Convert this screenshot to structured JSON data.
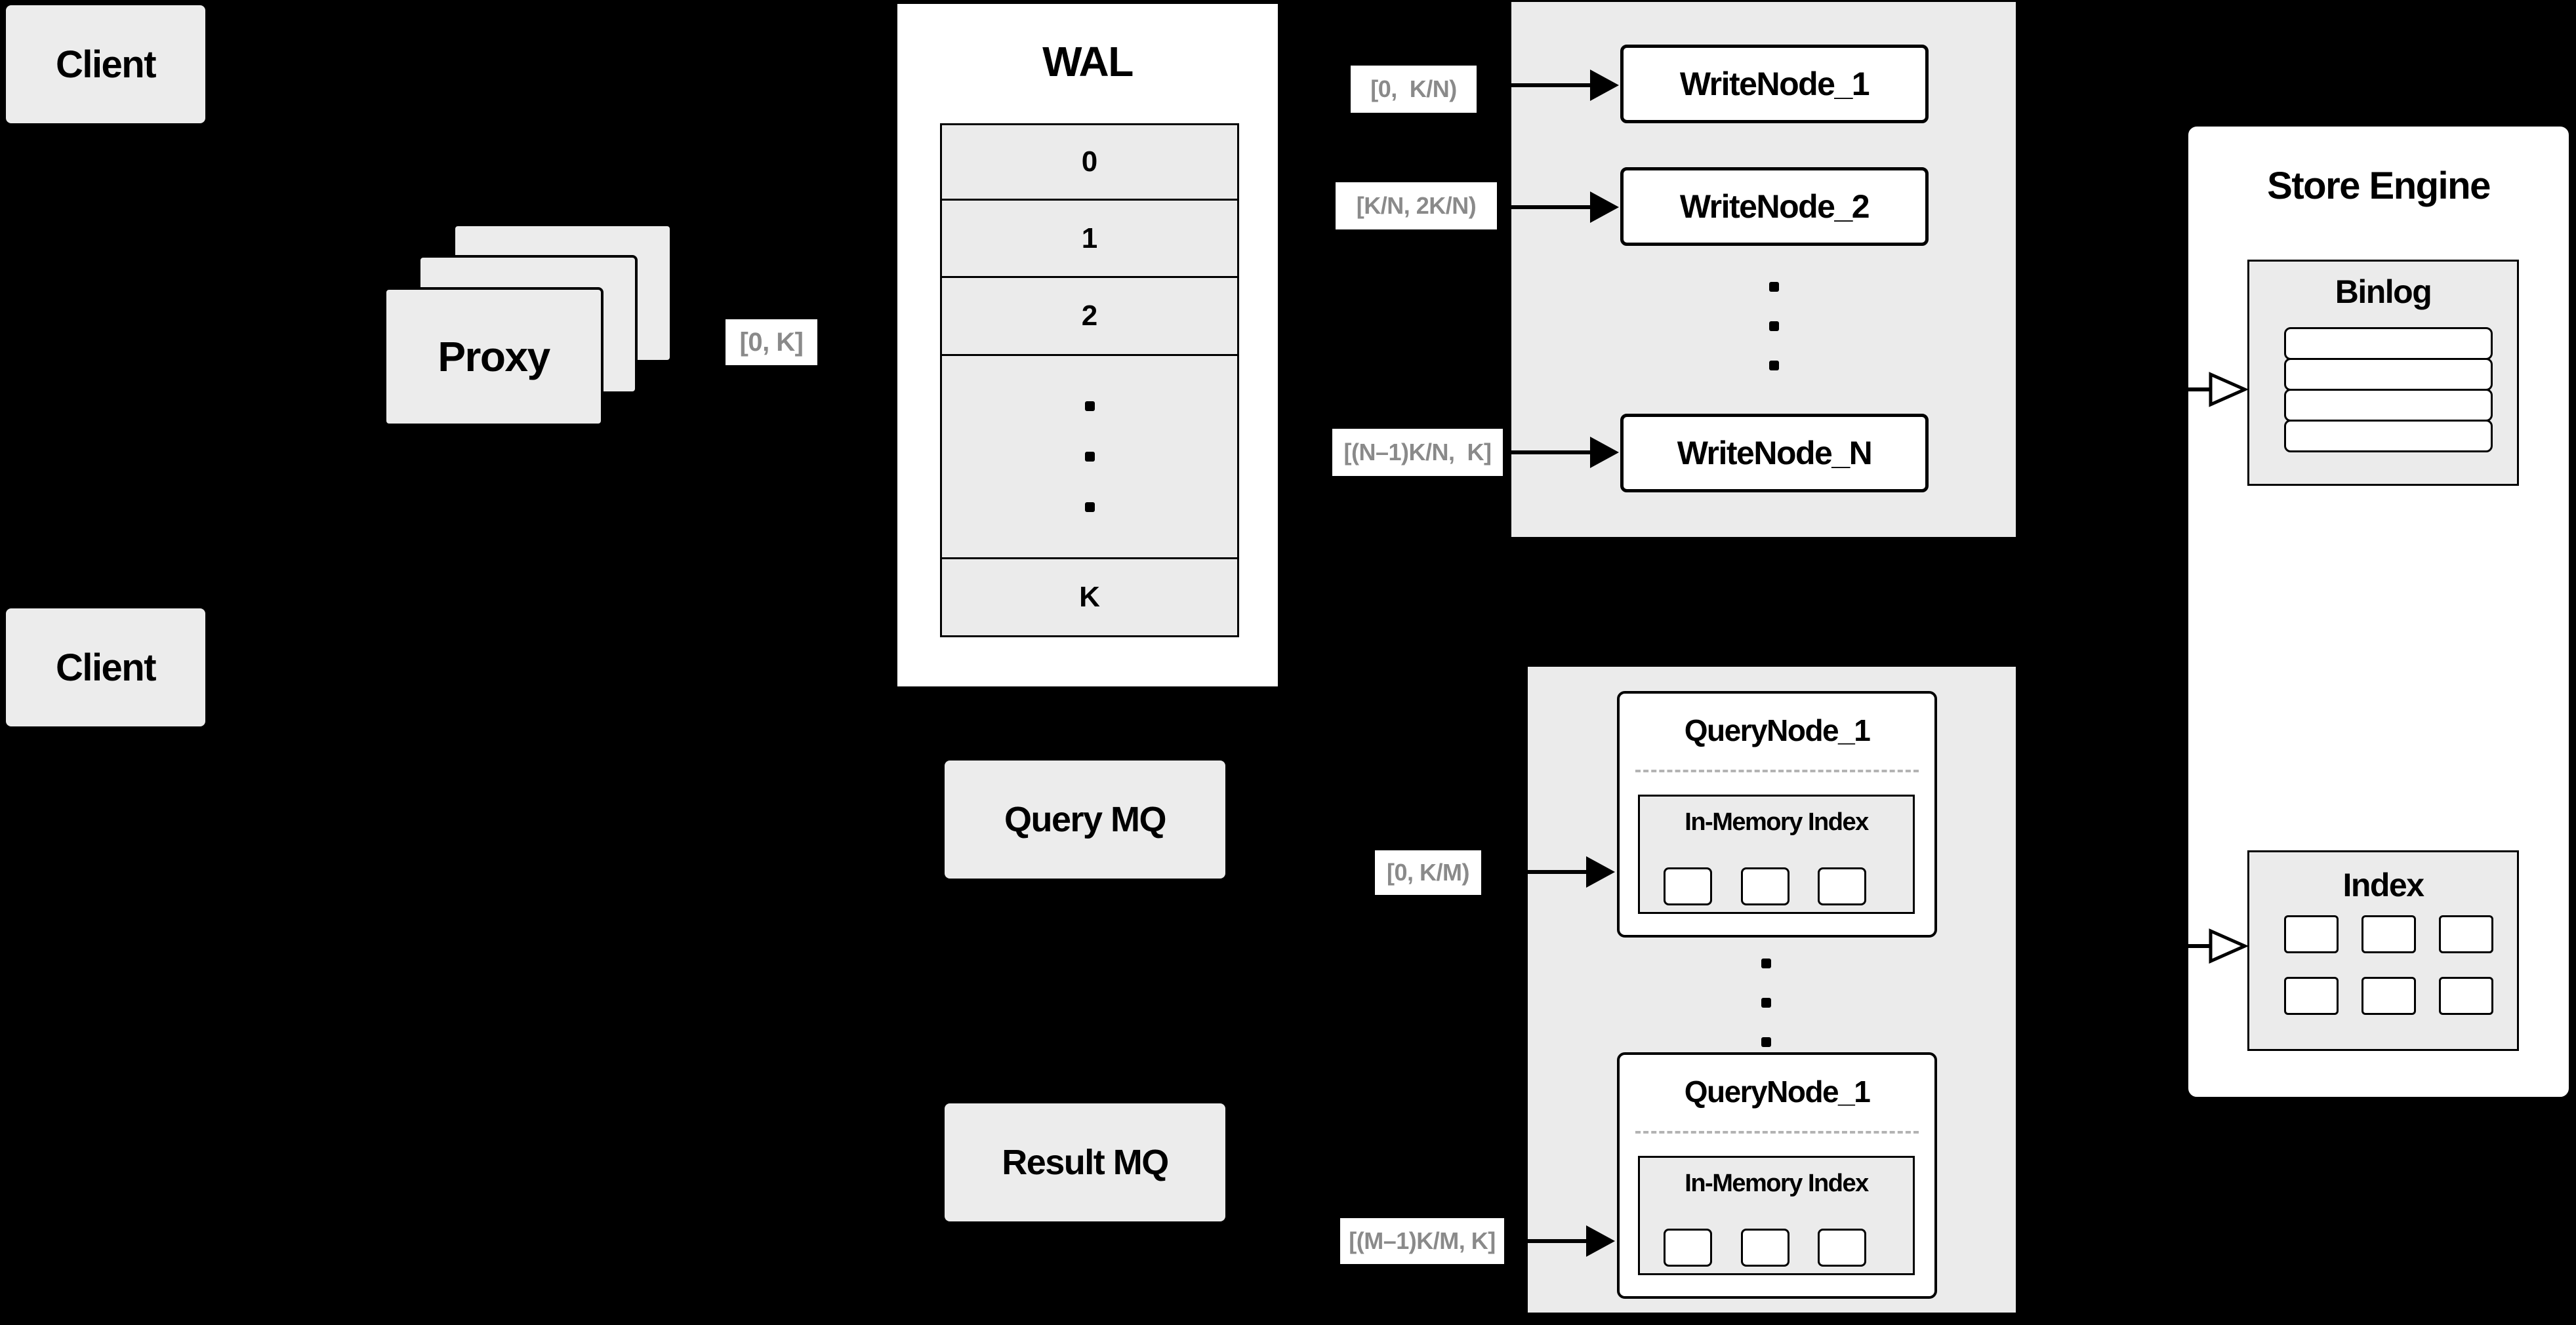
{
  "colors": {
    "background": "#000000",
    "panel_gray": "#ebebeb",
    "box_gray": "#ececec",
    "box_white": "#ffffff",
    "border": "#000000",
    "range_label_text": "#8a8a8a",
    "dashed_divider": "#b3b3b3"
  },
  "clients": {
    "top": "Client",
    "bottom": "Client"
  },
  "proxy": {
    "label": "Proxy"
  },
  "flow": {
    "proxy_to_wal": "[0, K]"
  },
  "wal": {
    "title": "WAL",
    "rows": [
      "0",
      "1",
      "2"
    ],
    "last_row": "K"
  },
  "write_nodes": {
    "nodes": [
      {
        "label": "WriteNode_1",
        "range": "[0,  K/N)"
      },
      {
        "label": "WriteNode_2",
        "range": "[K/N, 2K/N)"
      },
      {
        "label": "WriteNode_N",
        "range": "[(N–1)K/N,  K]"
      }
    ]
  },
  "store_engine": {
    "title": "Store Engine",
    "binlog": {
      "title": "Binlog"
    },
    "index": {
      "title": "Index"
    }
  },
  "mq": {
    "query": "Query MQ",
    "result": "Result MQ"
  },
  "query_nodes": {
    "nodes": [
      {
        "label": "QueryNode_1",
        "index_title": "In-Memory Index",
        "range": "[0, K/M)"
      },
      {
        "label": "QueryNode_1",
        "index_title": "In-Memory Index",
        "range": "[(M–1)K/M, K]"
      }
    ]
  }
}
